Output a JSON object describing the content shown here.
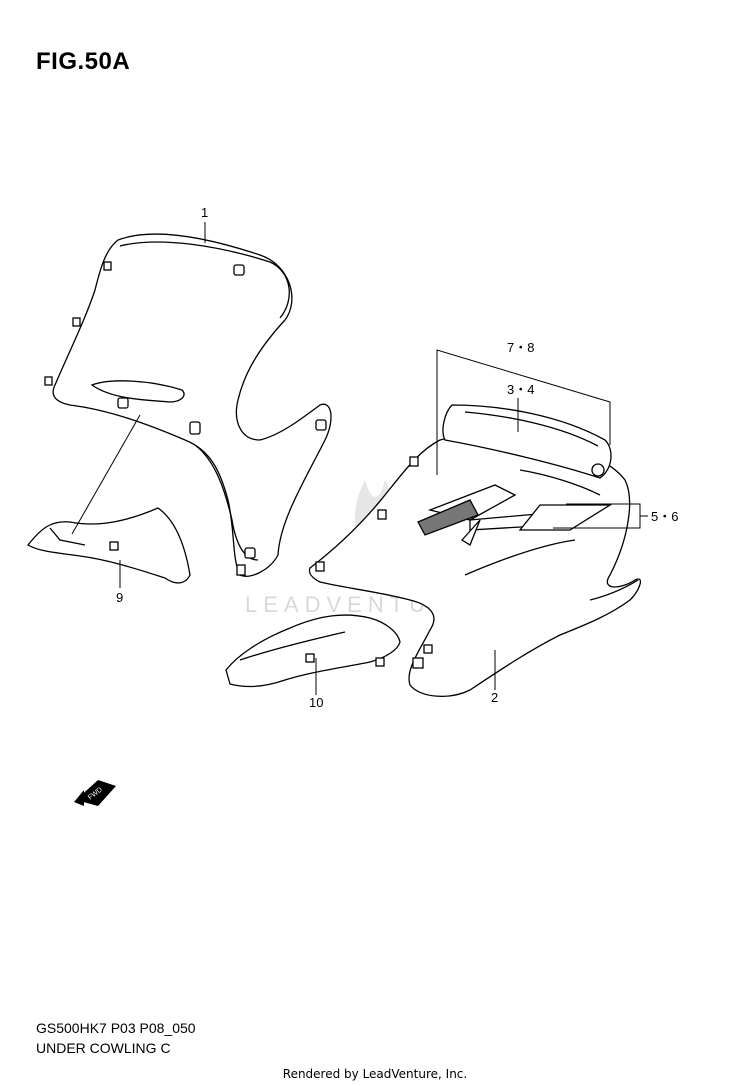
{
  "figure": {
    "title": "FIG.50A",
    "code": "GS500HK7 P03 P08_050",
    "name": "UNDER COWLING C"
  },
  "callouts": {
    "c1": "1",
    "c2": "2",
    "c34": "3・4",
    "c56": "5・6",
    "c78": "7・8",
    "c9": "9",
    "c10": "10"
  },
  "fwd_label": "FWD",
  "watermark": "LEADVENTURE",
  "credit": "Rendered by LeadVenture, Inc."
}
